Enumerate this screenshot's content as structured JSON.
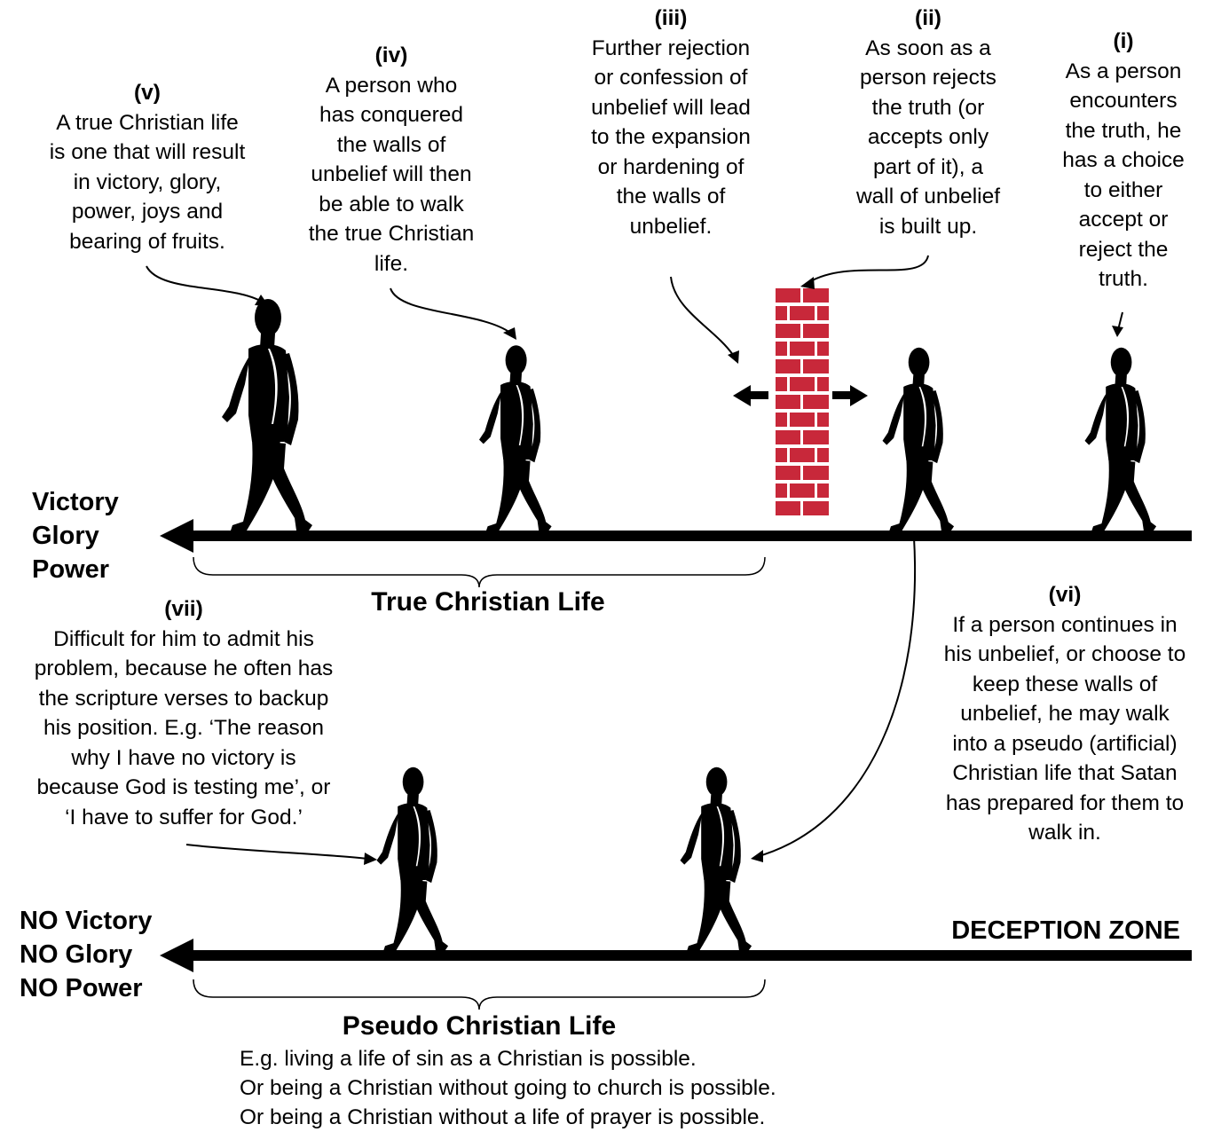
{
  "notes": {
    "i": {
      "num": "(i)",
      "text": "As a person\nencounters\nthe truth, he\nhas a choice\nto either\naccept or\nreject the\ntruth."
    },
    "ii": {
      "num": "(ii)",
      "text": "As soon as a\nperson rejects\nthe truth (or\naccepts only\npart of it), a\nwall of unbelief\nis built up."
    },
    "iii": {
      "num": "(iii)",
      "text": "Further rejection\nor confession of\nunbelief will lead\nto the expansion\nor hardening of\nthe walls of\nunbelief."
    },
    "iv": {
      "num": "(iv)",
      "text": "A person who\nhas conquered\nthe walls of\nunbelief will then\nbe able to walk\nthe true Christian\nlife."
    },
    "v": {
      "num": "(v)",
      "text": "A true Christian life\nis one that will result\nin victory, glory,\npower, joys and\nbearing of fruits."
    },
    "vi": {
      "num": "(vi)",
      "text": "If a person continues in\nhis unbelief, or choose to\nkeep these walls of\nunbelief, he may walk\ninto a pseudo (artificial)\nChristian life that Satan\nhas prepared for them to\nwalk in."
    },
    "vii": {
      "num": "(vii)",
      "text": "Difficult for him to admit his\nproblem, because he often has\nthe scripture verses to backup\nhis position. E.g. ‘The reason\nwhy I have no victory is\nbecause God is testing me’, or\n‘I have to suffer for God.’"
    }
  },
  "upper_line": {
    "end_label": "Victory\nGlory\nPower",
    "section_title": "True Christian Life"
  },
  "lower_line": {
    "end_label": "NO Victory\nNO Glory\nNO Power",
    "zone_label": "DECEPTION ZONE",
    "section_title": "Pseudo Christian Life",
    "examples": "E.g. living a life of sin as a Christian is possible.\nOr being a Christian without going to church is possible.\nOr being a Christian without a life of prayer is possible."
  },
  "colors": {
    "line": "#000000",
    "brick": "#c8283a",
    "mortar": "#ffffff",
    "figure": "#000000"
  }
}
